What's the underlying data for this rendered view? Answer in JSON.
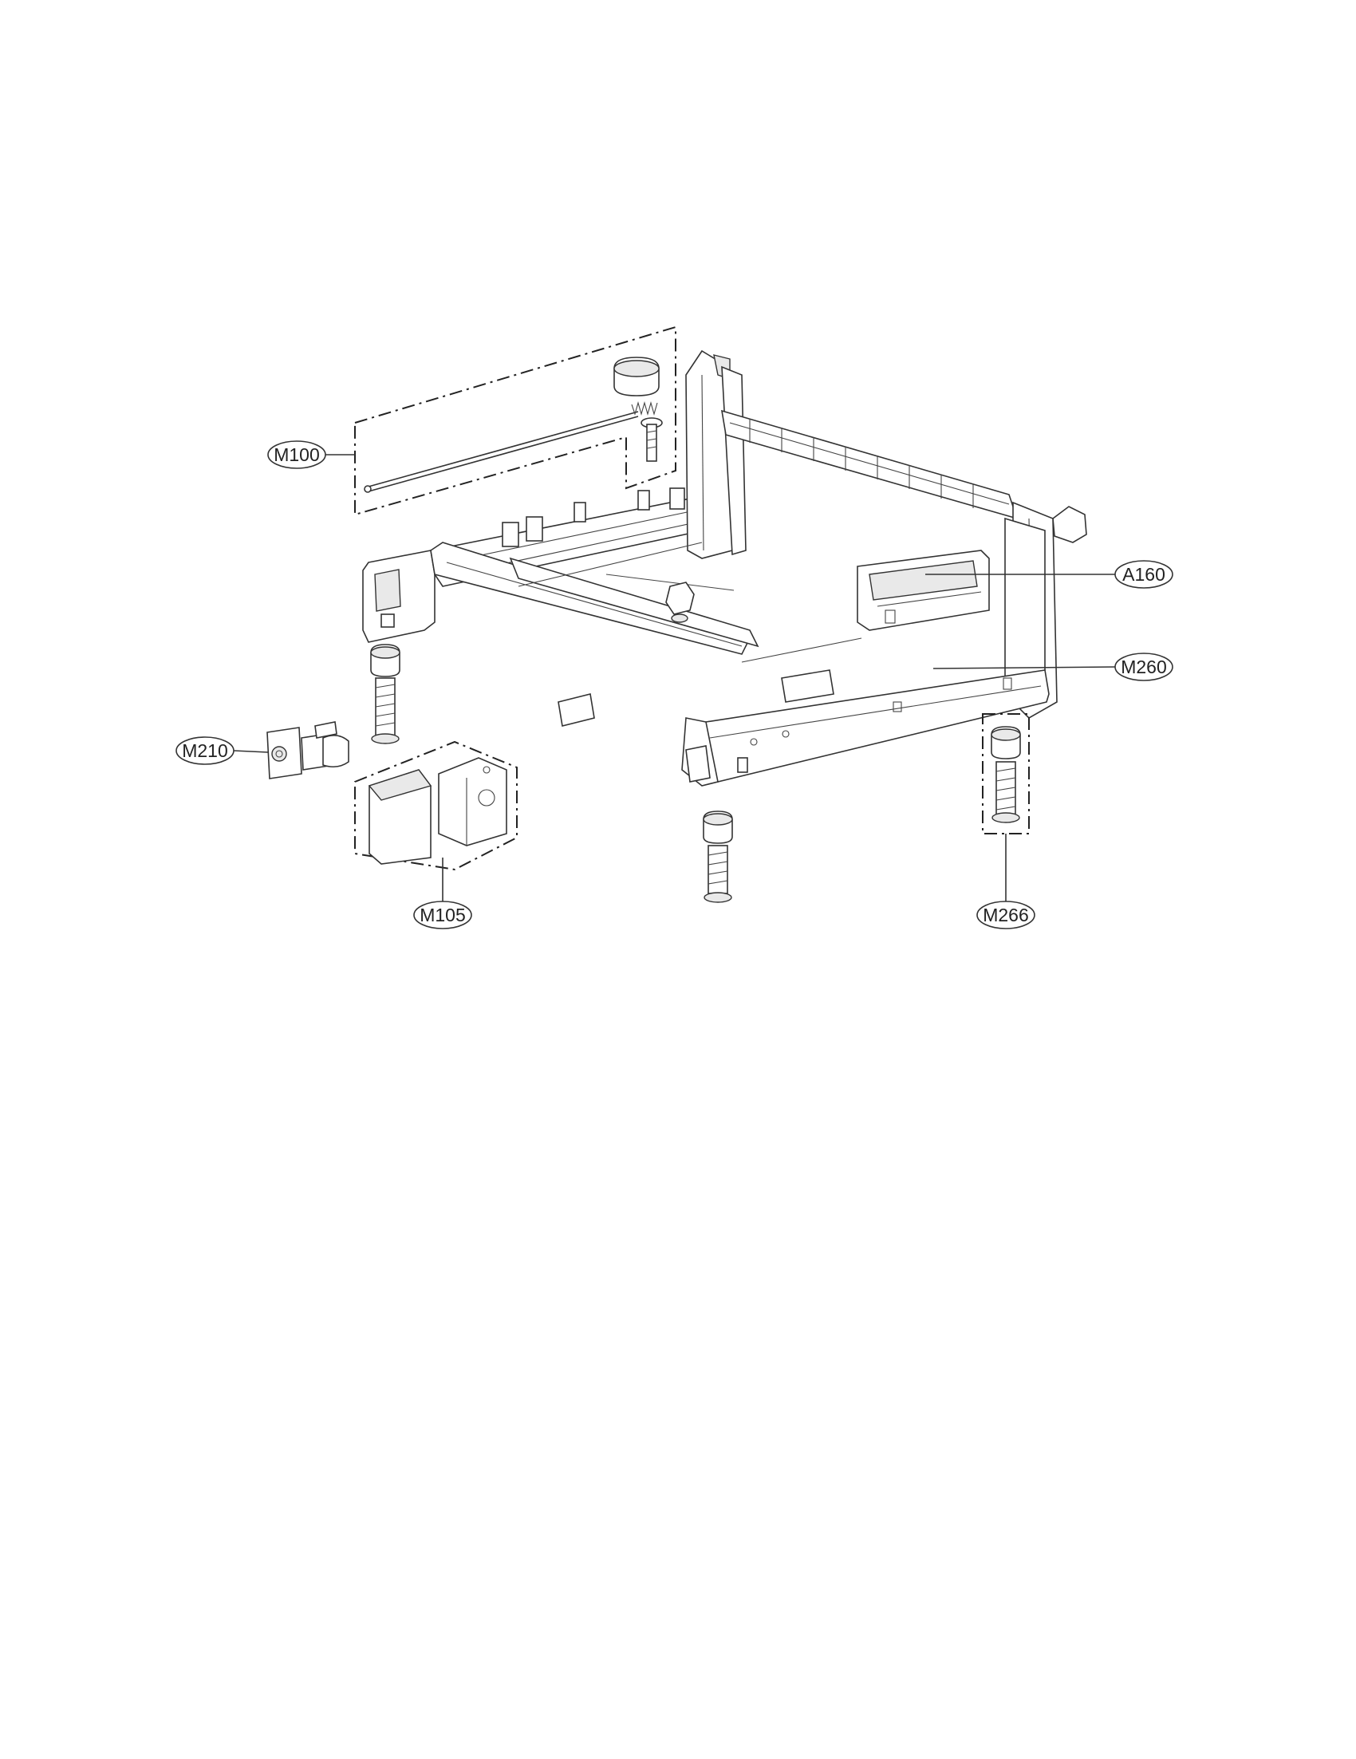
{
  "diagram": {
    "type": "exploded-parts-diagram",
    "callouts": [
      {
        "id": "m100",
        "label": "M100"
      },
      {
        "id": "a160",
        "label": "A160"
      },
      {
        "id": "m260",
        "label": "M260"
      },
      {
        "id": "m210",
        "label": "M210"
      },
      {
        "id": "m105",
        "label": "M105"
      },
      {
        "id": "m266",
        "label": "M266"
      }
    ]
  }
}
